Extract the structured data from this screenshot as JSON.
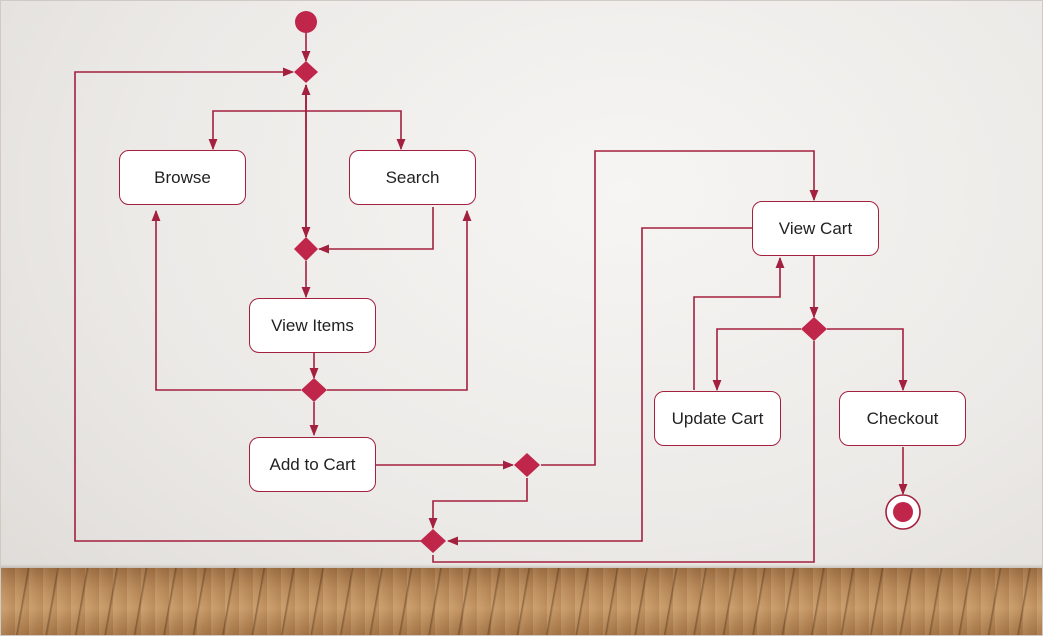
{
  "colors": {
    "accent": "#a3203f",
    "node_fill": "#ffffff",
    "text": "#222222"
  },
  "nodes": {
    "browse": "Browse",
    "search": "Search",
    "view_items": "View Items",
    "add_to_cart": "Add to Cart",
    "view_cart": "View Cart",
    "update_cart": "Update Cart",
    "checkout": "Checkout"
  }
}
